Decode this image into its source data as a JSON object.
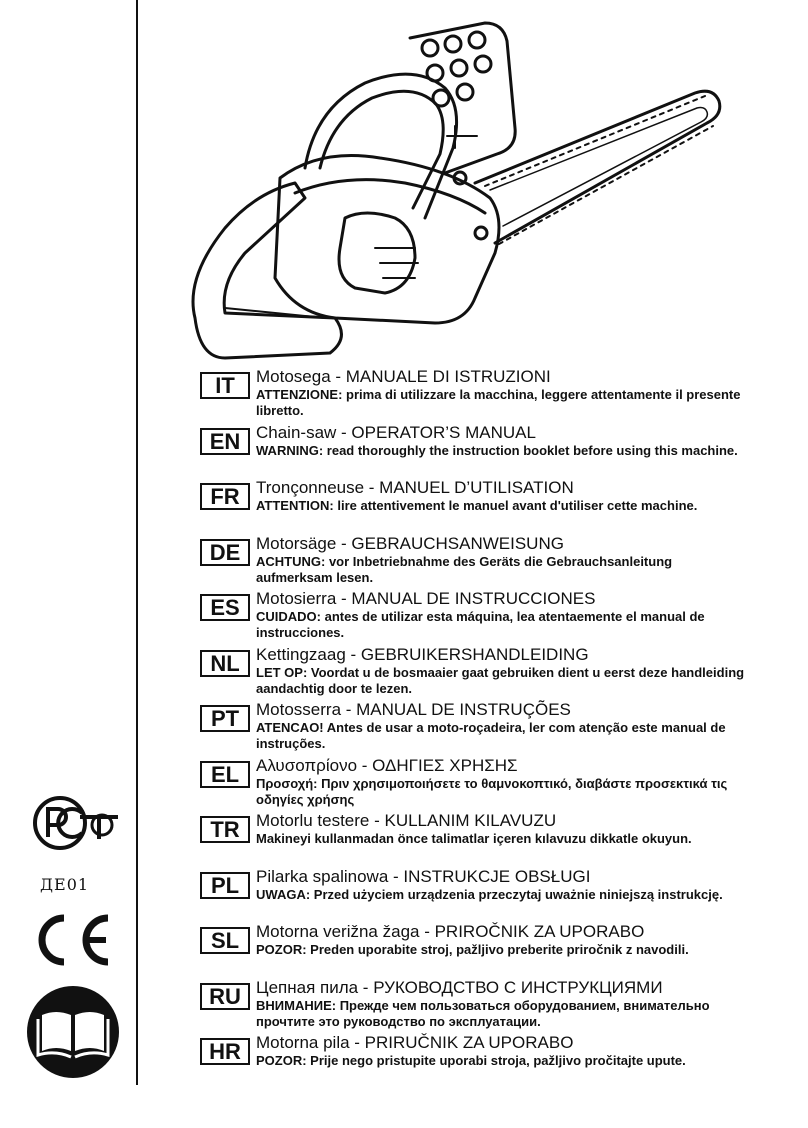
{
  "document": {
    "sidebar": {
      "certification_code": "ДЕ01",
      "marks": [
        "PCT-certification-mark",
        "ce-mark",
        "read-manual-book-icon"
      ]
    },
    "languages": [
      {
        "code": "IT",
        "title": "Motosega - MANUALE DI ISTRUZIONI",
        "label": "ATTENZIONE:",
        "text": " prima di utilizzare la macchina, leggere attentamente il presente libretto."
      },
      {
        "code": "EN",
        "title": "Chain-saw - OPERATOR’S MANUAL",
        "label": "WARNING:",
        "text": " read thoroughly the instruction booklet before using this machine."
      },
      {
        "code": "FR",
        "title": "Tronçonneuse - MANUEL D’UTILISATION",
        "label": "ATTENTION:",
        "text": " lire attentivement le manuel avant d'utiliser cette machine."
      },
      {
        "code": "DE",
        "title": "Motorsäge - GEBRAUCHSANWEISUNG",
        "label": "ACHTUNG:",
        "text": " vor Inbetriebnahme des Geräts die Gebrauchsanleitung aufmerksam lesen."
      },
      {
        "code": "ES",
        "title": "Motosierra - MANUAL DE INSTRUCCIONES",
        "label": "CUIDADO:",
        "text": " antes de utilizar esta máquina, lea atentaemente el manual de instrucciones."
      },
      {
        "code": "NL",
        "title": "Kettingzaag - GEBRUIKERSHANDLEIDING",
        "label": "LET OP:",
        "text": " Voordat u de bosmaaier gaat gebruiken dient u eerst deze handleiding aandachtig door te lezen."
      },
      {
        "code": "PT",
        "title": "Motosserra - MANUAL DE INSTRUÇÕES",
        "label": "ATENCAO!",
        "text": " Antes de usar a moto-roçadeira, ler com atenção este manual de instruções."
      },
      {
        "code": "EL",
        "title": "Αλυσοπρίονο - ΟΔΗΓΙΕΣ ΧΡΗΣΗΣ",
        "label": "Προσοχή:",
        "text": " Πριν χρησιμοποιήσετε το θαμνοκοπτικό, διαβάστε προσεκτικά τις οδηγίες χρήσης"
      },
      {
        "code": "TR",
        "title": "Motorlu testere - KULLANIM KILAVUZU",
        "label": "",
        "text": "Makineyi kullanmadan önce talimatlar içeren kılavuzu dikkatle okuyun."
      },
      {
        "code": "PL",
        "title": "Pilarka spalinowa - INSTRUKCJE OBSŁUGI",
        "label": "UWAGA:",
        "text": " Przed użyciem urządzenia przeczytaj uważnie niniejszą instrukcję."
      },
      {
        "code": "SL",
        "title": "Motorna verižna žaga - PRIROČNIK ZA UPORABO",
        "label": "POZOR:",
        "text": " Preden uporabite stroj, pažljivo preberite priročnik z navodili."
      },
      {
        "code": "RU",
        "title": "Цепная пила - РУКОВОДСТВО С ИНСТРУКЦИЯМИ",
        "label": "ВНИМАНИЕ:",
        "text": " Прежде чем пользоваться оборудованием, внимательно прочтите это руководство по эксплуатации."
      },
      {
        "code": "HR",
        "title": "Motorna pila - PRIRUČNIK ZA UPORABO",
        "label": "POZOR:",
        "text": " Prije nego pristupite uporabi stroja, pažljivo pročitajte upute."
      }
    ]
  }
}
